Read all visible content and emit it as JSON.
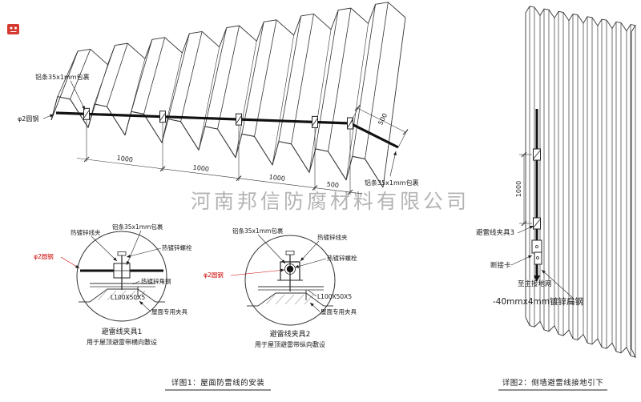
{
  "watermark": "河南邦信防腐材料有限公司",
  "colors": {
    "line": "#333333",
    "accent_red": "#cc0000",
    "watermark": "#a2a2a2"
  },
  "roof": {
    "label_alu_top": "铝条35x1mm包裹",
    "label_rod": "φ2圆钢",
    "label_alu_bottom": "铝条35x1mm包裹",
    "dims": [
      "1000",
      "1000",
      "1000",
      "500"
    ],
    "dim_right": "500"
  },
  "detail1": {
    "label_clip": "热镀锌线夹",
    "label_alu": "铝条35x1mm包裹",
    "label_bolt": "热镀锌螺栓",
    "label_rod": "φ2圆钢",
    "label_angle": "热镀锌角钢",
    "label_angle_size": "L100X50X5",
    "label_fixture": "屋面专用夹具",
    "title": "避雷线夹具1",
    "subtitle": "用于屋顶避雷带横向敷设"
  },
  "detail2": {
    "label_alu": "铝条35x1mm包裹",
    "label_clip": "热镀锌线夹",
    "label_bolt": "热镀锌螺栓",
    "label_rod": "φ2圆钢",
    "label_angle_size": "L100X50X5",
    "label_fixture": "屋面专用夹具",
    "title": "避雷线夹具2",
    "subtitle": "用于屋顶避雷带纵向敷设"
  },
  "wall": {
    "dim": "1000",
    "label_clamp3": "避雷线夹具3",
    "label_disconnect": "断接卡",
    "label_ground": "至主接地网",
    "label_flat_steel": "-40mmx4mm镀锌扁钢"
  },
  "captions": {
    "fig1": "详图1：屋面防雷线的安装",
    "fig2": "详图2：侧墙避雷线接地引下"
  }
}
